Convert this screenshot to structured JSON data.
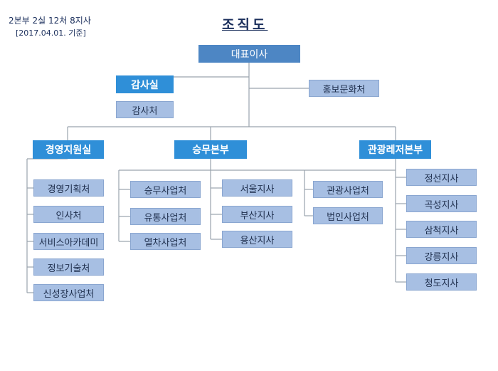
{
  "header": {
    "summary": "2본부 2실 12처 8지사",
    "date": "[2017.04.01. 기준]",
    "title": "조직도"
  },
  "org": {
    "ceo": "대표이사",
    "audit_office": "감사실",
    "audit_dept": "감사처",
    "pr_dept": "홍보문화처",
    "mgmt": {
      "label": "경영지원실",
      "depts": [
        "경영기획처",
        "인사처",
        "서비스아카데미",
        "정보기술처",
        "신성장사업처"
      ]
    },
    "ops": {
      "label": "승무본부",
      "depts": [
        "승무사업처",
        "유통사업처",
        "열차사업처"
      ],
      "branches": [
        "서울지사",
        "부산지사",
        "용산지사"
      ]
    },
    "tourism": {
      "label": "관광레저본부",
      "depts": [
        "관광사업처",
        "법인사업처"
      ],
      "branches": [
        "정선지사",
        "곡성지사",
        "삼척지사",
        "강릉지사",
        "청도지사"
      ]
    }
  }
}
